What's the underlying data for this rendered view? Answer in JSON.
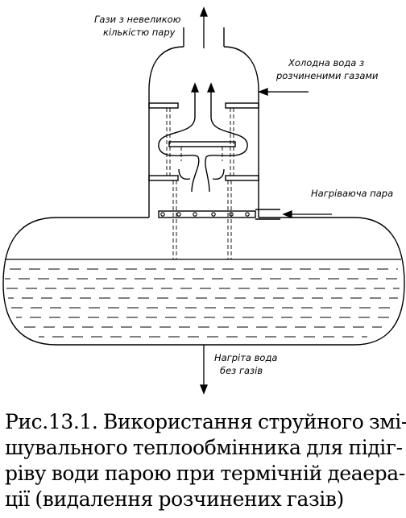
{
  "labels": {
    "gas_outlet": [
      "Гази з невеликою",
      "кількістю пару"
    ],
    "cold_water": [
      "Холодна вода з",
      "розчиненими газами"
    ],
    "heating_steam": [
      "Нагріваюча пара"
    ],
    "heated_water": [
      "Нагріта вода",
      "без газів"
    ]
  },
  "caption": {
    "lines": [
      "Рис.13.1. Використання струйного змі-",
      "шувального теплообмінника для підіг-",
      "ріву води парою при термічній деаера-",
      "ції (видалення розчинених газів)"
    ]
  }
}
